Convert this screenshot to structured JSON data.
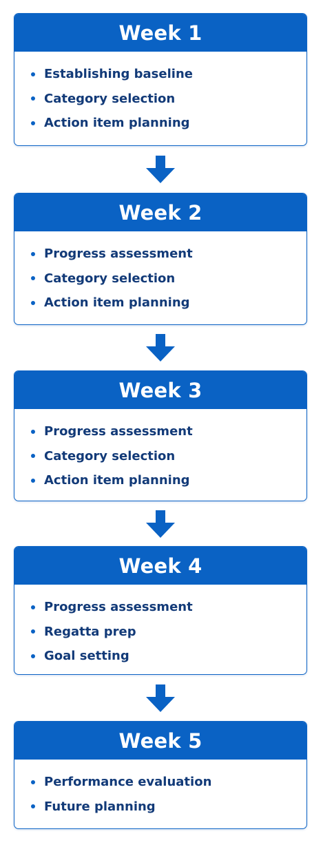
{
  "colors": {
    "header_bg": "#0a62c4",
    "header_text": "#ffffff",
    "item_text": "#123a78",
    "arrow": "#0a62c4",
    "border": "#0a62c4"
  },
  "icons": {
    "connector": "arrow-down-icon",
    "bullet": "bullet-dot-icon"
  },
  "weeks": [
    {
      "title": "Week 1",
      "items": [
        "Establishing baseline",
        "Category selection",
        "Action item planning"
      ]
    },
    {
      "title": "Week 2",
      "items": [
        "Progress assessment",
        "Category selection",
        "Action item planning"
      ]
    },
    {
      "title": "Week 3",
      "items": [
        "Progress assessment",
        "Category selection",
        "Action item planning"
      ]
    },
    {
      "title": "Week 4",
      "items": [
        "Progress assessment",
        "Regatta prep",
        "Goal setting"
      ]
    },
    {
      "title": "Week 5",
      "items": [
        "Performance evaluation",
        "Future planning"
      ]
    }
  ]
}
